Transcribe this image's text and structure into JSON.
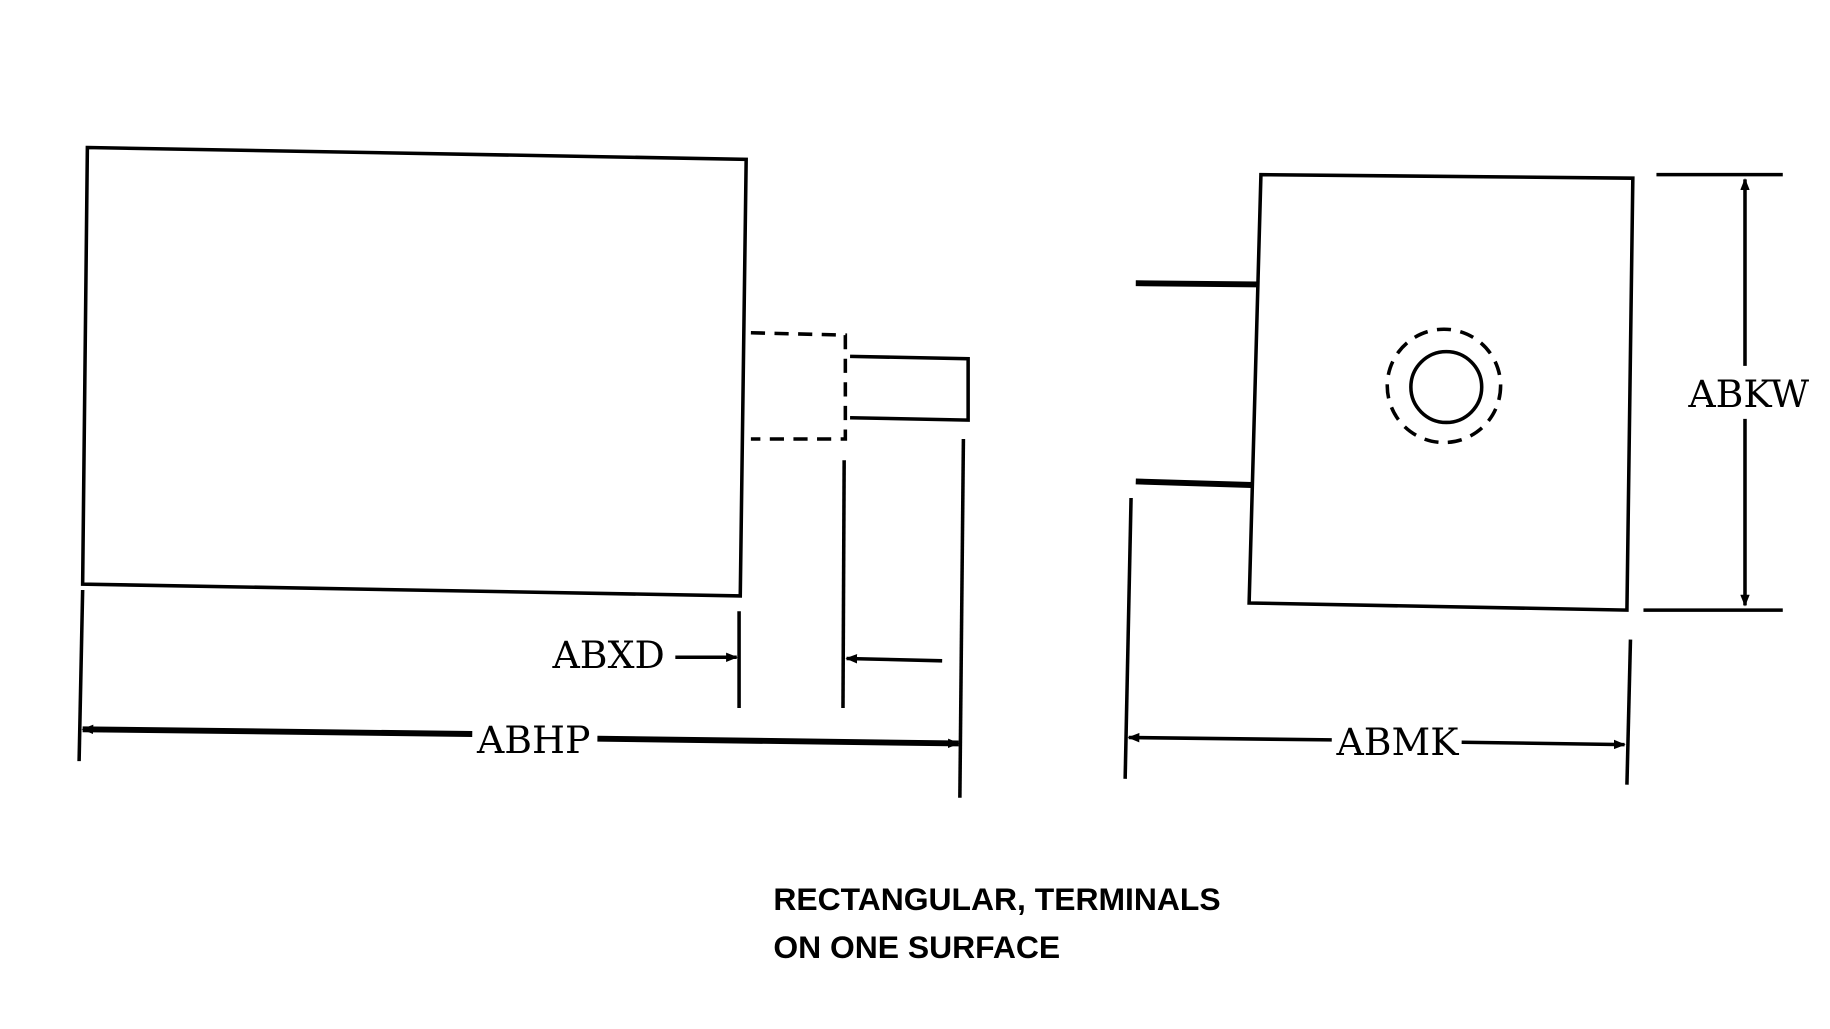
{
  "dimensions": {
    "abxd": "ABXD",
    "abhp": "ABHP",
    "abkw": "ABKW",
    "abmk": "ABMK"
  },
  "caption": {
    "line1": "RECTANGULAR, TERMINALS",
    "line2": "ON ONE SURFACE"
  }
}
